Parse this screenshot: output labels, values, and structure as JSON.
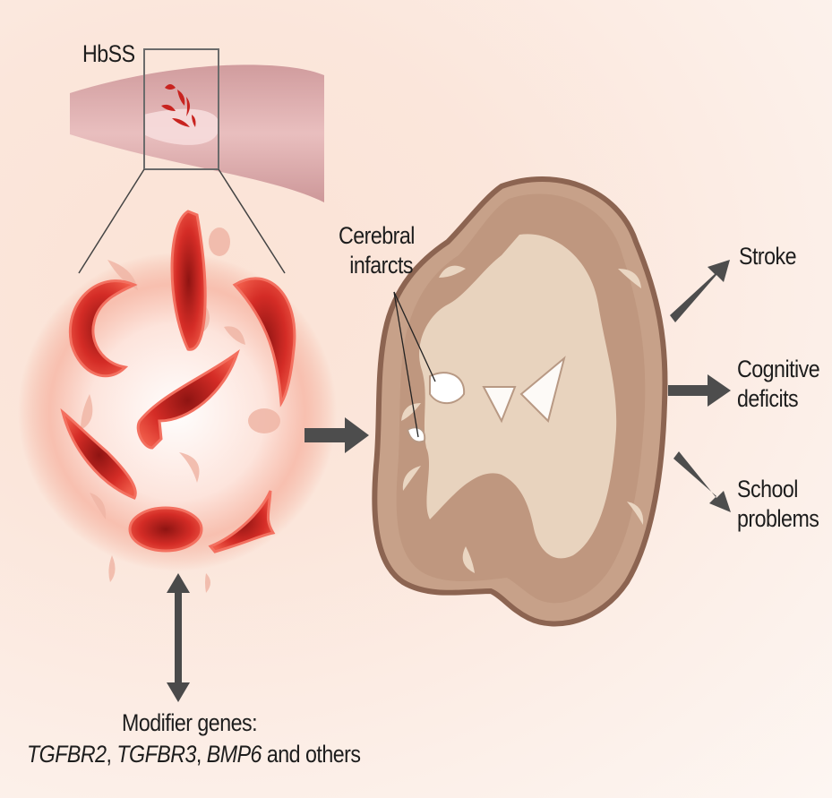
{
  "labels": {
    "hbss": "HbSS",
    "cerebral_infarcts_line1": "Cerebral",
    "cerebral_infarcts_line2": "infarcts",
    "stroke": "Stroke",
    "cognitive_line1": "Cognitive",
    "cognitive_line2": "deficits",
    "school_line1": "School",
    "school_line2": "problems",
    "modifier_line1": "Modifier genes:",
    "gene1": "TGFBR2",
    "sep1": ", ",
    "gene2": "TGFBR3",
    "sep2": ", ",
    "gene3": "BMP6",
    "gene_tail": " and others"
  },
  "icons": [
    "vessel-icon",
    "sickle-cell-icon",
    "brain-coronal-section-icon",
    "arrow-icon",
    "double-arrow-icon"
  ],
  "colors": {
    "background": "#fbe6db",
    "vessel": "#d9a0a3",
    "cell_red": "#e0342c",
    "cell_dark": "#a31c1a",
    "brain_outer": "#c7a189",
    "brain_inner": "#ead6c2",
    "brain_edge": "#8c6451",
    "arrow": "#4a4a4a"
  }
}
